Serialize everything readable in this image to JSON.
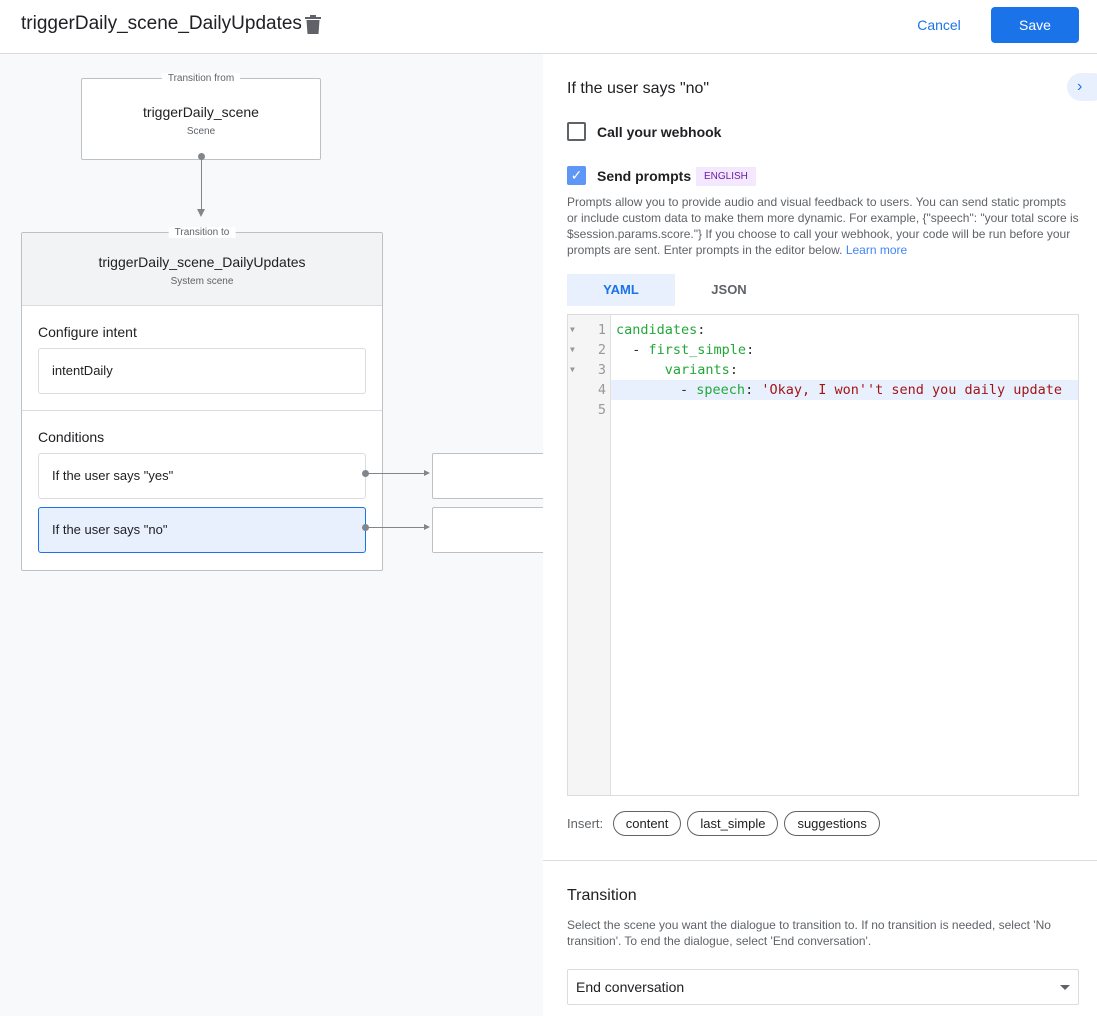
{
  "header": {
    "title": "triggerDaily_scene_DailyUpdates",
    "cancel": "Cancel",
    "save": "Save"
  },
  "canvas": {
    "from": {
      "label": "Transition from",
      "name": "triggerDaily_scene",
      "type": "Scene"
    },
    "to": {
      "label": "Transition to",
      "name": "triggerDaily_scene_DailyUpdates",
      "type": "System scene"
    },
    "intent_heading": "Configure intent",
    "intent": "intentDaily",
    "conditions_heading": "Conditions",
    "conditions": [
      "If the user says \"yes\"",
      "If the user says \"no\""
    ]
  },
  "panel": {
    "heading": "If the user says \"no\"",
    "webhook": {
      "label": "Call your webhook",
      "checked": false
    },
    "prompts": {
      "label": "Send prompts",
      "checked": true,
      "badge": "ENGLISH"
    },
    "description": "Prompts allow you to provide audio and visual feedback to users. You can send static prompts or include custom data to make them more dynamic. For example, {\"speech\": \"your total score is $session.params.score.\"} If you choose to call your webhook, your code will be run before your prompts are sent. Enter prompts in the editor below.",
    "learn_more": "Learn more",
    "tabs": [
      "YAML",
      "JSON"
    ],
    "active_tab": "YAML",
    "code": {
      "lines": [
        "1",
        "2",
        "3",
        "4",
        "5"
      ],
      "l1k": "candidates",
      "l2k": "first_simple",
      "l3k": "variants",
      "l4k": "speech",
      "l4v": "'Okay, I won''t send you daily update"
    },
    "insert_label": "Insert:",
    "insert_chips": [
      "content",
      "last_simple",
      "suggestions"
    ],
    "transition": {
      "heading": "Transition",
      "description": "Select the scene you want the dialogue to transition to. If no transition is needed, select 'No transition'. To end the dialogue, select 'End conversation'.",
      "selected": "End conversation"
    },
    "colors": {
      "accent": "#1a73e8",
      "selected_condition": "#e8f0fe",
      "badge_bg": "#f3e8fd",
      "badge_text": "#681da8"
    }
  }
}
